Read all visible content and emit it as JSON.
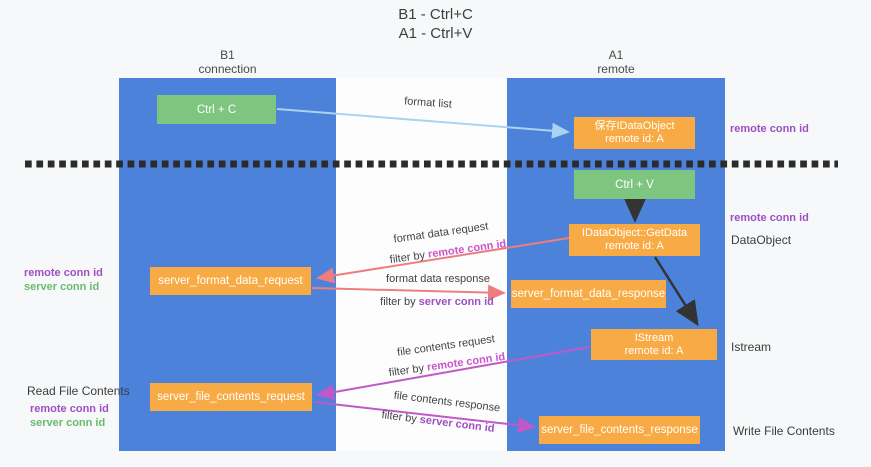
{
  "title": {
    "line1": "B1 - Ctrl+C",
    "line2": "A1 - Ctrl+V"
  },
  "lanes": {
    "left": {
      "title": "B1",
      "subtitle": "connection"
    },
    "right": {
      "title": "A1",
      "subtitle": "remote"
    }
  },
  "nodes": {
    "ctrl_c": {
      "label": "Ctrl + C"
    },
    "ctrl_v": {
      "label": "Ctrl + V"
    },
    "save_idataobject": {
      "line1": "保存IDataObject",
      "line2": "remote id: A"
    },
    "idataobject_getdata": {
      "line1": "IDataObject::GetData",
      "line2": "remote id: A"
    },
    "istream": {
      "line1": "IStream",
      "line2": "remote id: A"
    },
    "server_format_data_request": {
      "label": "server_format_data_request"
    },
    "server_format_data_response": {
      "label": "server_format_data_response"
    },
    "server_file_contents_request": {
      "label": "server_file_contents_request"
    },
    "server_file_contents_response": {
      "label": "server_file_contents_response"
    }
  },
  "flow_labels": {
    "format_list": "format list",
    "format_data_request": "format data request",
    "format_data_response": "format data response",
    "file_contents_request": "file contents request",
    "file_contents_response": "file contents response",
    "filter_by": "filter by ",
    "remote_conn_id": "remote conn id",
    "server_conn_id": "server conn id"
  },
  "side_labels": {
    "remote_conn_id_top": "remote conn id",
    "remote_conn_id_mid": "remote conn id",
    "dataobject": "DataObject",
    "istream": "Istream",
    "write_file_contents": "Write File Contents",
    "read_file_contents": "Read File Contents",
    "left_remote_conn_id_1": "remote conn id",
    "left_server_conn_id_1": "server conn id",
    "left_remote_conn_id_2": "remote conn id",
    "left_server_conn_id_2": "server conn id"
  },
  "colors": {
    "lane_blue": "#4d82db",
    "node_green": "#7ec680",
    "node_orange": "#f8ab44",
    "arrow_light_blue": "#a9d3ee",
    "arrow_red": "#ee7e7e",
    "arrow_magenta": "#c158c8",
    "arrow_black": "#333333",
    "label_purple": "#9d4fc3",
    "label_magenta": "#cb54cb",
    "label_green": "#67bd6b"
  }
}
